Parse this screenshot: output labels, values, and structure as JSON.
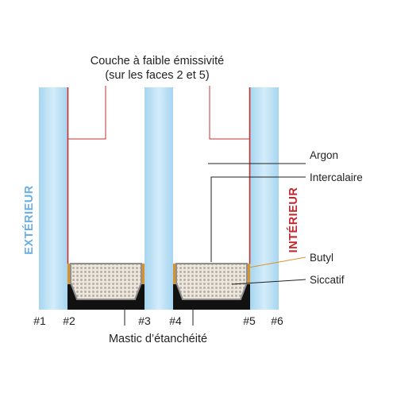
{
  "title": {
    "line1": "Couche à faible émissivité",
    "line2": "(sur les faces 2 et 5)"
  },
  "sides": {
    "exterior": "EXTÉRIEUR",
    "interior": "INTÉRIEUR"
  },
  "labels": {
    "argon": "Argon",
    "intercalaire": "Intercalaire",
    "butyl": "Butyl",
    "siccatif": "Siccatif",
    "mastic": "Mastic d’étanchéité"
  },
  "faces": [
    "#1",
    "#2",
    "#3",
    "#4",
    "#5",
    "#6"
  ],
  "colors": {
    "glass": "#a9d7f1",
    "glass_highlight": "#d9eefa",
    "low_e_coating": "#c4302f",
    "exterior_text": "#6aaee3",
    "interior_text": "#c0282d",
    "butyl": "#d9932a",
    "sealant": "#111111",
    "spacer_fill": "#ede6dd",
    "spacer_border": "#8f8f8f",
    "leader_line": "#222222"
  }
}
